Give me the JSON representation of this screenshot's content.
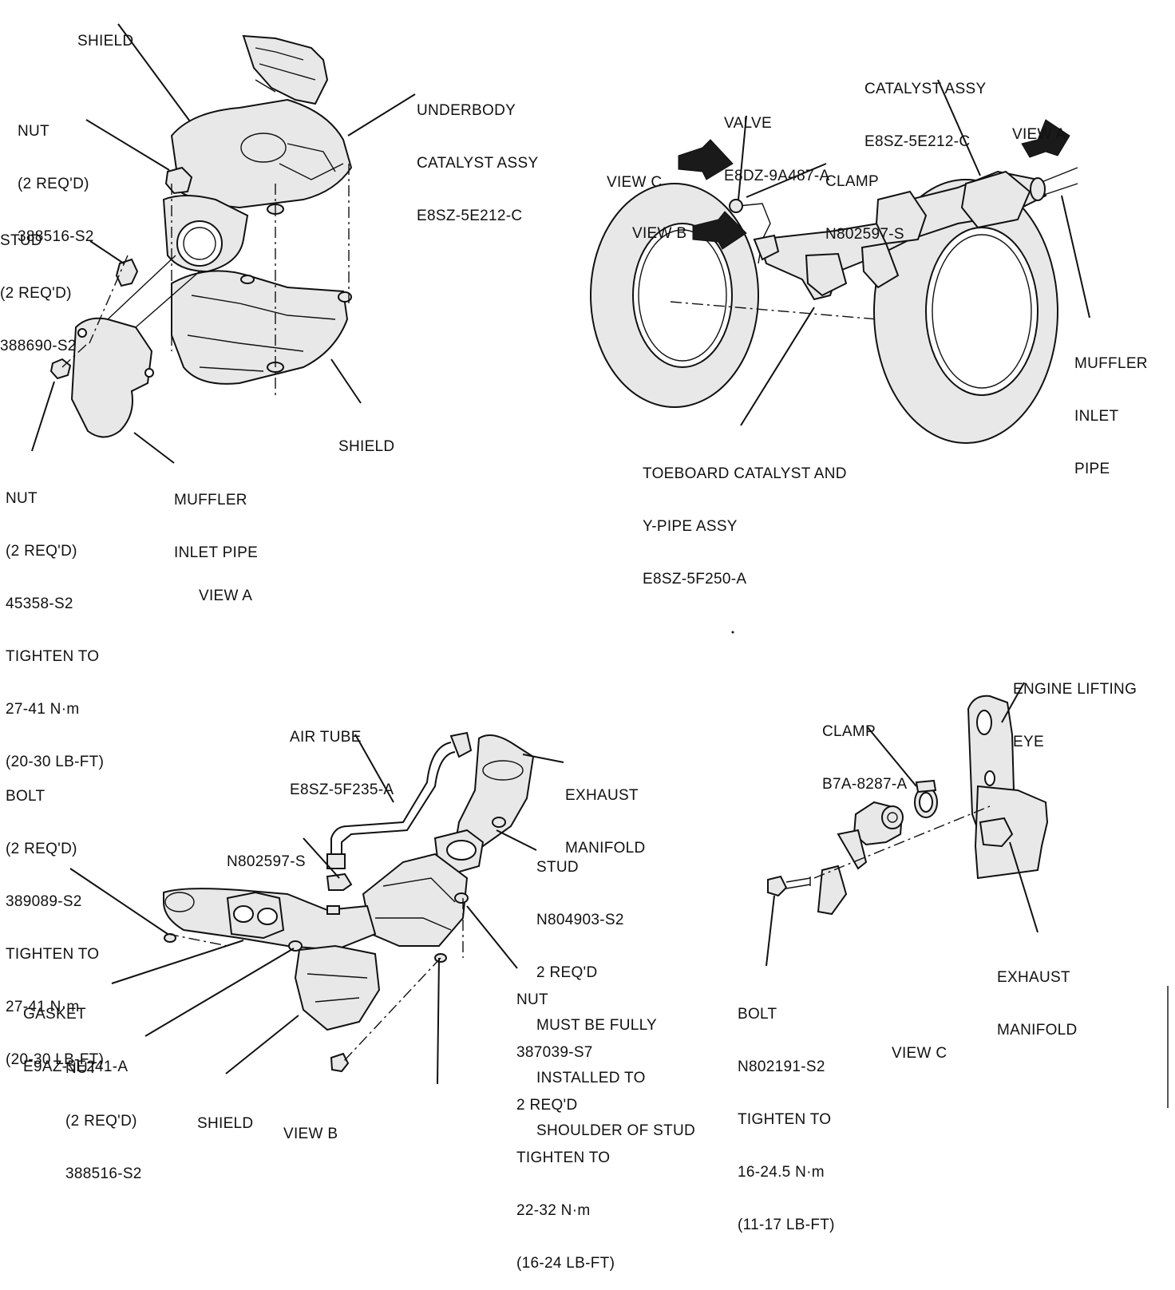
{
  "views": {
    "view_a": {
      "title": "VIEW A",
      "labels": {
        "shield_top": [
          "SHIELD"
        ],
        "nut_top": [
          "NUT",
          "(2 REQ'D)",
          "388516-S2"
        ],
        "stud": [
          "STUD",
          "(2 REQ'D)",
          "388690-S2"
        ],
        "underbody_catalyst": [
          "UNDERBODY",
          "CATALYST ASSY",
          "E8SZ-5E212-C"
        ],
        "shield_bottom": [
          "SHIELD"
        ],
        "nut_bottom": [
          "NUT",
          "(2 REQ'D)",
          "45358-S2",
          "TIGHTEN TO",
          "27-41 N·m",
          "(20-30 LB-FT)"
        ],
        "muffler_inlet": [
          "MUFFLER",
          "INLET PIPE"
        ]
      }
    },
    "overview": {
      "labels": {
        "catalyst_assy": [
          "CATALYST ASSY",
          "E8SZ-5E212-C"
        ],
        "valve": [
          "VALVE",
          "E8DZ-9A487-A"
        ],
        "view_a_ref": [
          "VIEW A"
        ],
        "view_c_ref": [
          "VIEW C"
        ],
        "clamp": [
          "CLAMP",
          "N802597-S"
        ],
        "view_b_ref": [
          "VIEW B"
        ],
        "muffler_inlet": [
          "MUFFLER",
          "INLET",
          "PIPE"
        ],
        "toeboard": [
          "TOEBOARD CATALYST AND",
          "Y-PIPE ASSY",
          "E8SZ-5F250-A"
        ]
      }
    },
    "view_b": {
      "title": "VIEW B",
      "labels": {
        "air_tube": [
          "AIR TUBE",
          "E8SZ-5F235-A"
        ],
        "bolt": [
          "BOLT",
          "(2 REQ'D)",
          "389089-S2",
          "TIGHTEN TO",
          "27-41 N·m",
          "(20-30 LB-FT)"
        ],
        "exhaust_manifold": [
          "EXHAUST",
          "MANIFOLD"
        ],
        "clamp_part": [
          "N802597-S"
        ],
        "stud": [
          "STUD",
          "N804903-S2",
          "2 REQ'D",
          "MUST BE FULLY",
          "INSTALLED TO",
          "SHOULDER OF STUD"
        ],
        "gasket": [
          "GASKET",
          "E9AZ-5E241-A"
        ],
        "nut_right": [
          "NUT",
          "387039-S7",
          "2 REQ'D",
          "TIGHTEN TO",
          "22-32 N·m",
          "(16-24 LB-FT)"
        ],
        "nut_left": [
          "NUT",
          "(2 REQ'D)",
          "388516-S2"
        ],
        "shield": [
          "SHIELD"
        ]
      }
    },
    "view_c": {
      "title": "VIEW C",
      "labels": {
        "engine_lifting_eye": [
          "ENGINE LIFTING",
          "EYE"
        ],
        "clamp": [
          "CLAMP",
          "B7A-8287-A"
        ],
        "exhaust_manifold": [
          "EXHAUST",
          "MANIFOLD"
        ],
        "bolt": [
          "BOLT",
          "N802191-S2",
          "TIGHTEN TO",
          "16-24.5 N·m",
          "(11-17 LB-FT)"
        ]
      }
    }
  },
  "icons": [
    "arrow-pointer-icon"
  ]
}
